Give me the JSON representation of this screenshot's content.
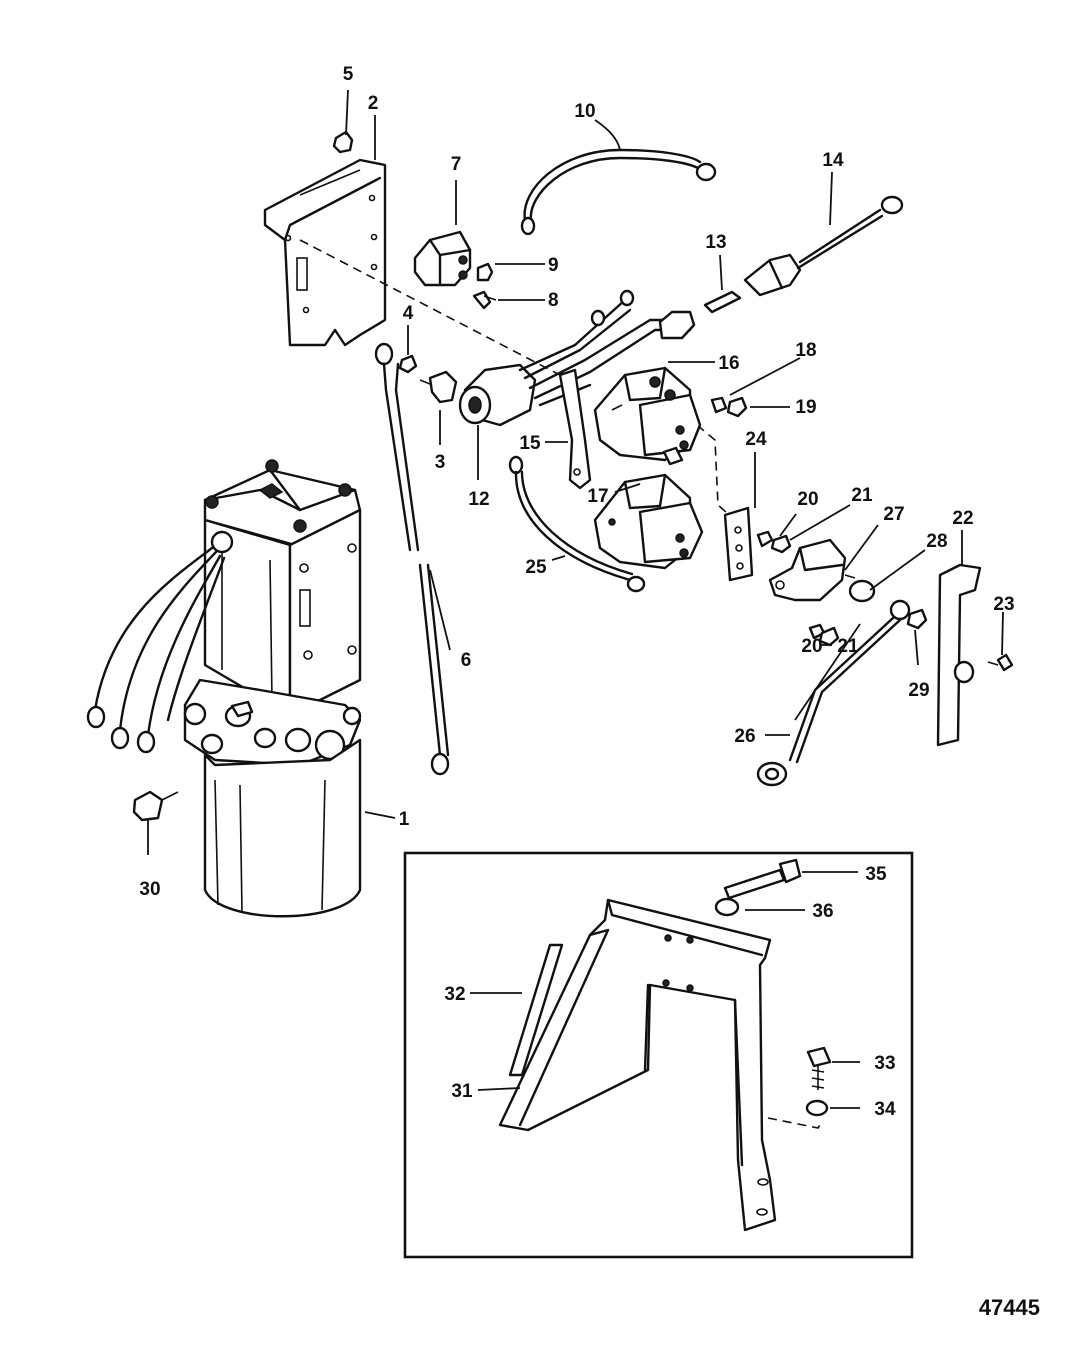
{
  "callouts": {
    "c1": "1",
    "c2": "2",
    "c3": "3",
    "c4": "4",
    "c5": "5",
    "c6": "6",
    "c7": "7",
    "c8": "8",
    "c9": "9",
    "c10": "10",
    "c12": "12",
    "c13": "13",
    "c14": "14",
    "c15": "15",
    "c16": "16",
    "c17": "17",
    "c18": "18",
    "c19": "19",
    "c20": "20",
    "c21": "21",
    "c22": "22",
    "c23": "23",
    "c24": "24",
    "c25": "25",
    "c26": "26",
    "c27": "27",
    "c28": "28",
    "c29": "29",
    "c30": "30",
    "c31": "31",
    "c32": "32",
    "c33": "33",
    "c34": "34",
    "c35": "35",
    "c36": "36"
  },
  "figure_number": "47445"
}
